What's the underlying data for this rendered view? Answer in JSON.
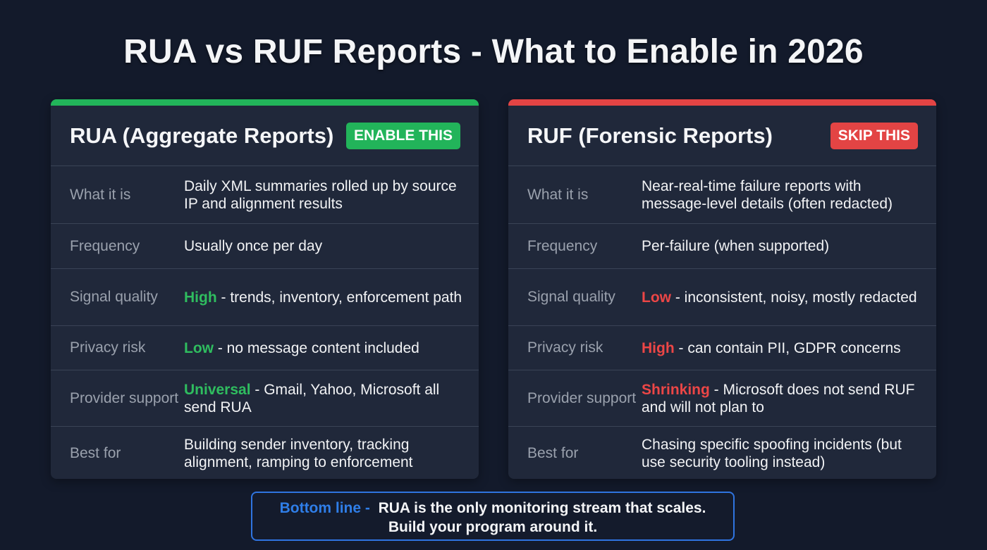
{
  "title": "RUA vs RUF Reports - What to Enable in 2026",
  "colors": {
    "background": "#131a2b",
    "card": "#20283a",
    "green": "#22b45a",
    "red": "#e34444",
    "blue": "#2f74e0"
  },
  "cards": [
    {
      "title": "RUA (Aggregate Reports)",
      "badge": "ENABLE THIS",
      "accent": "green",
      "rows": [
        {
          "label": "What it is",
          "highlight": "",
          "value": "Daily XML summaries rolled up by source IP and alignment results"
        },
        {
          "label": "Frequency",
          "highlight": "",
          "value": "Usually once per day"
        },
        {
          "label": "Signal quality",
          "highlight": "High",
          "value": " - trends, inventory, enforcement path"
        },
        {
          "label": "Privacy risk",
          "highlight": "Low",
          "value": " - no message content included"
        },
        {
          "label": "Provider support",
          "highlight": "Universal",
          "value": " - Gmail, Yahoo, Microsoft all send RUA"
        },
        {
          "label": "Best for",
          "highlight": "",
          "value": "Building sender inventory, tracking alignment, ramping to enforcement"
        }
      ]
    },
    {
      "title": "RUF (Forensic Reports)",
      "badge": "SKIP THIS",
      "accent": "red",
      "rows": [
        {
          "label": "What it is",
          "highlight": "",
          "value": "Near-real-time failure reports with message-level details (often redacted)"
        },
        {
          "label": "Frequency",
          "highlight": "",
          "value": "Per-failure (when supported)"
        },
        {
          "label": "Signal quality",
          "highlight": "Low",
          "value": " - inconsistent, noisy, mostly redacted"
        },
        {
          "label": "Privacy risk",
          "highlight": "High",
          "value": " - can contain PII, GDPR concerns"
        },
        {
          "label": "Provider support",
          "highlight": "Shrinking",
          "value": " - Microsoft does not send RUF and will not plan to"
        },
        {
          "label": "Best for",
          "highlight": "",
          "value": "Chasing specific spoofing incidents (but use security tooling instead)"
        }
      ]
    }
  ],
  "bottom_line": {
    "label": "Bottom line -",
    "line1": "RUA is the only monitoring stream that scales.",
    "line2": "Build your program around it."
  }
}
